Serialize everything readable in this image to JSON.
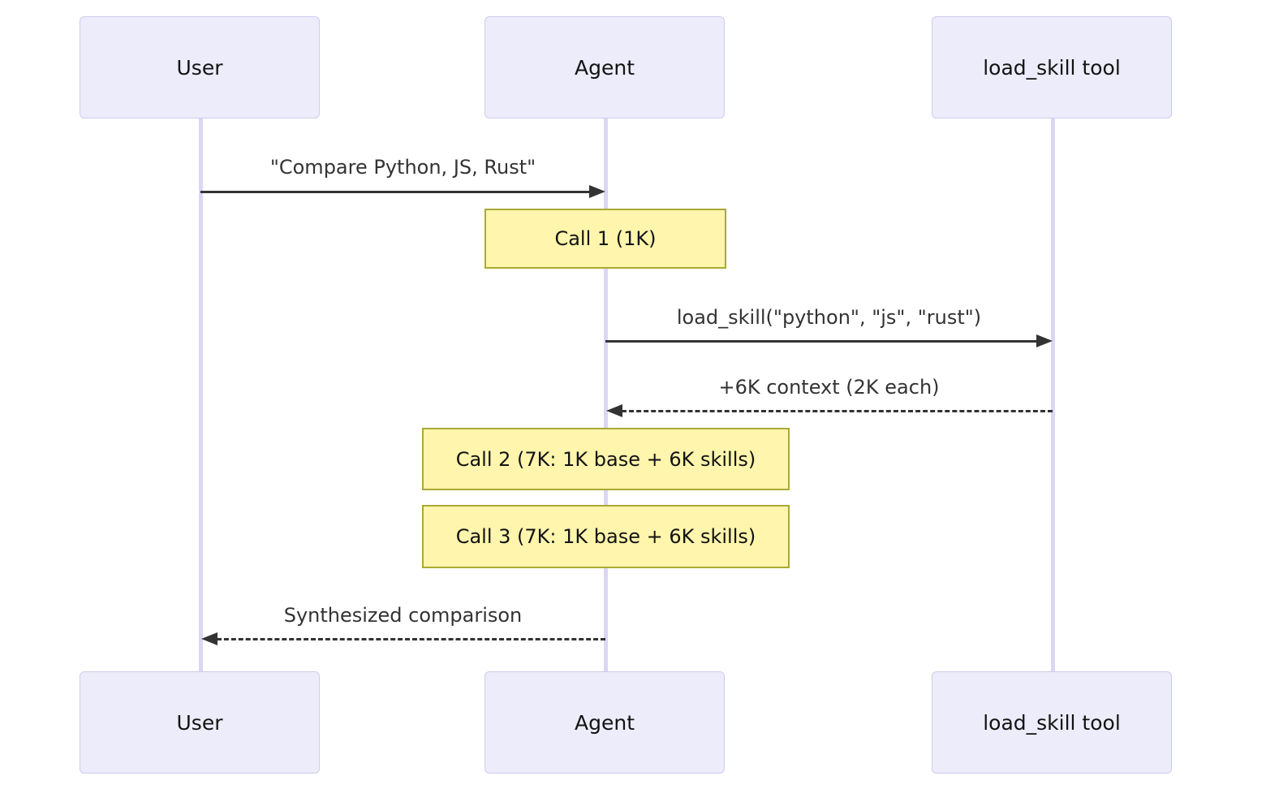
{
  "diagram": {
    "type": "sequence-diagram",
    "actors": [
      {
        "id": "user",
        "label": "User"
      },
      {
        "id": "agent",
        "label": "Agent"
      },
      {
        "id": "load_skill_tool",
        "label": "load_skill tool"
      }
    ],
    "messages": [
      {
        "label": "\"Compare Python, JS, Rust\"",
        "from": "User",
        "to": "Agent",
        "line_style": "solid"
      },
      {
        "label": "load_skill(\"python\", \"js\", \"rust\")",
        "from": "Agent",
        "to": "load_skill tool",
        "line_style": "solid"
      },
      {
        "label": "+6K context (2K each)",
        "from": "load_skill tool",
        "to": "Agent",
        "line_style": "dashed"
      },
      {
        "label": "Synthesized comparison",
        "from": "Agent",
        "to": "User",
        "line_style": "dashed"
      }
    ],
    "notes": [
      {
        "label": "Call 1 (1K)",
        "over": "Agent"
      },
      {
        "label": "Call 2 (7K: 1K base + 6K skills)",
        "over": "Agent"
      },
      {
        "label": "Call 3 (7K: 1K base + 6K skills)",
        "over": "Agent"
      }
    ],
    "colors": {
      "background": "#FFFFFF",
      "actor_fill": "#ECECFA",
      "actor_border": "#CFCCEC",
      "lifeline": "#DCD6F3",
      "note_fill": "#FFF5AD",
      "note_border": "#AAAA33",
      "arrow": "#333333",
      "message_text": "#333333",
      "actor_text": "#131313"
    }
  }
}
